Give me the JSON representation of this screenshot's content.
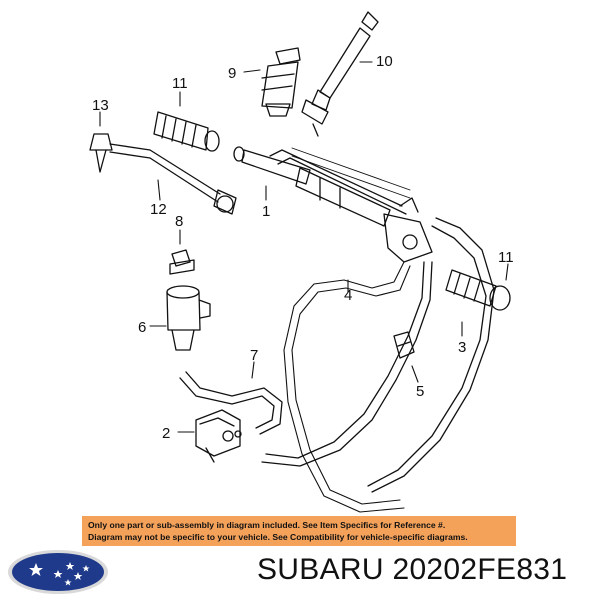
{
  "callouts": {
    "c1": "1",
    "c2": "2",
    "c3": "3",
    "c4": "4",
    "c5": "5",
    "c6": "6",
    "c7": "7",
    "c8": "8",
    "c9": "9",
    "c10": "10",
    "c11a": "11",
    "c11b": "11",
    "c12": "12",
    "c13": "13"
  },
  "notice": {
    "line1": "Only one part or sub-assembly in diagram included. See Item Specifics for Reference #.",
    "line2": "Diagram may not be specific to your vehicle. See Compatibility for vehicle-specific diagrams."
  },
  "brand": {
    "part_label": "SUBARU 20202FE831",
    "logo_icon": "subaru-logo-icon",
    "colors": {
      "notice_bg": "#f4a15a",
      "logo_blue": "#1f3a8a"
    }
  }
}
